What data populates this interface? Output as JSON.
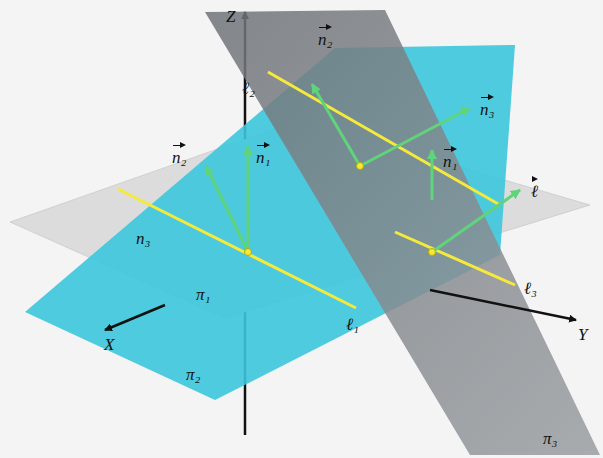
{
  "diagram": {
    "labels": [
      "Z",
      "ℓ₂",
      "n₂",
      "n₃",
      "n₂",
      "n₁",
      "n₁",
      "ℓ",
      "n₃",
      "π₁",
      "ℓ₃",
      "ℓ₁",
      "X",
      "π₂",
      "Y",
      "π₃"
    ]
  }
}
